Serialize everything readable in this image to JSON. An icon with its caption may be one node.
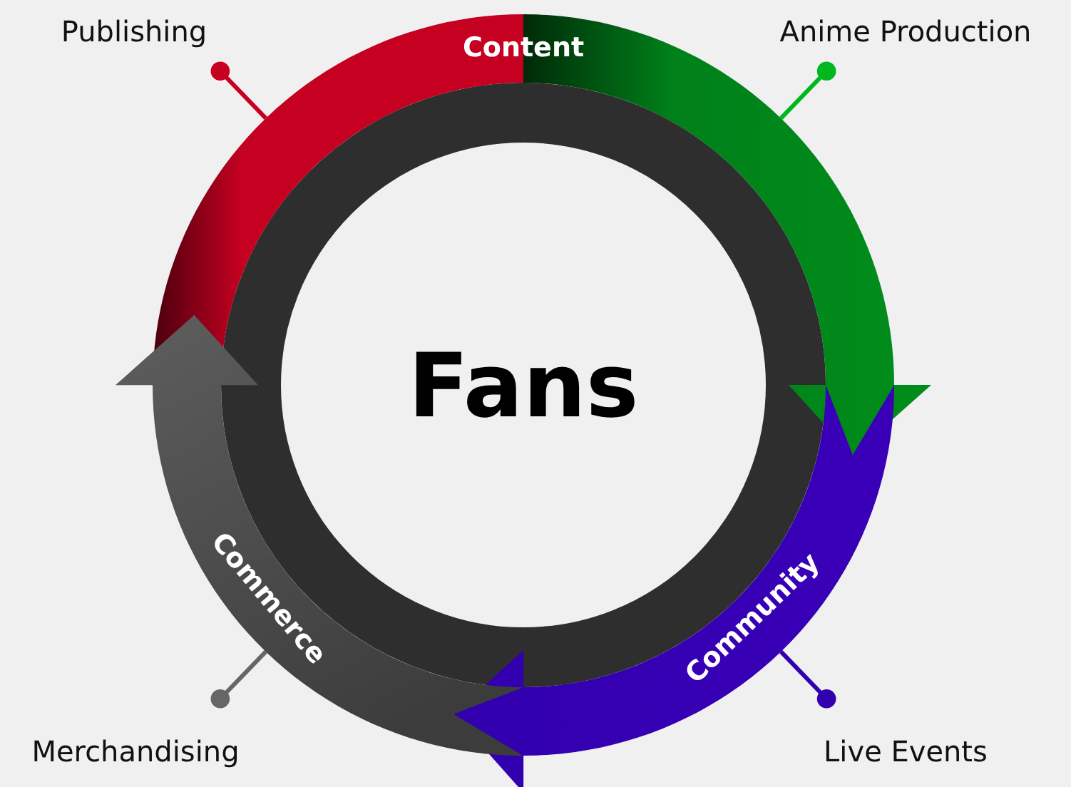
{
  "diagram": {
    "nodes": [
      {
        "text": [
          "Content"
        ]
      },
      {
        "text": [
          "Community"
        ]
      },
      {
        "text": [
          "Commerce"
        ]
      },
      {
        "text": [
          "Fans"
        ]
      },
      {
        "text": [
          "Publishing"
        ]
      },
      {
        "text": [
          "Anime Production"
        ]
      },
      {
        "text": [
          "Live Events"
        ]
      },
      {
        "text": [
          "Merchandising"
        ]
      }
    ],
    "edges": [
      {
        "from": 4,
        "to": 0,
        "arrow": "other",
        "color": "#c8001f"
      },
      {
        "from": 5,
        "to": 0,
        "arrow": "other",
        "color": "#00b81e"
      },
      {
        "from": 6,
        "to": 1,
        "arrow": "other",
        "color": "#3300b0"
      },
      {
        "from": 7,
        "to": 2,
        "arrow": "other",
        "color": "#666666"
      }
    ]
  }
}
